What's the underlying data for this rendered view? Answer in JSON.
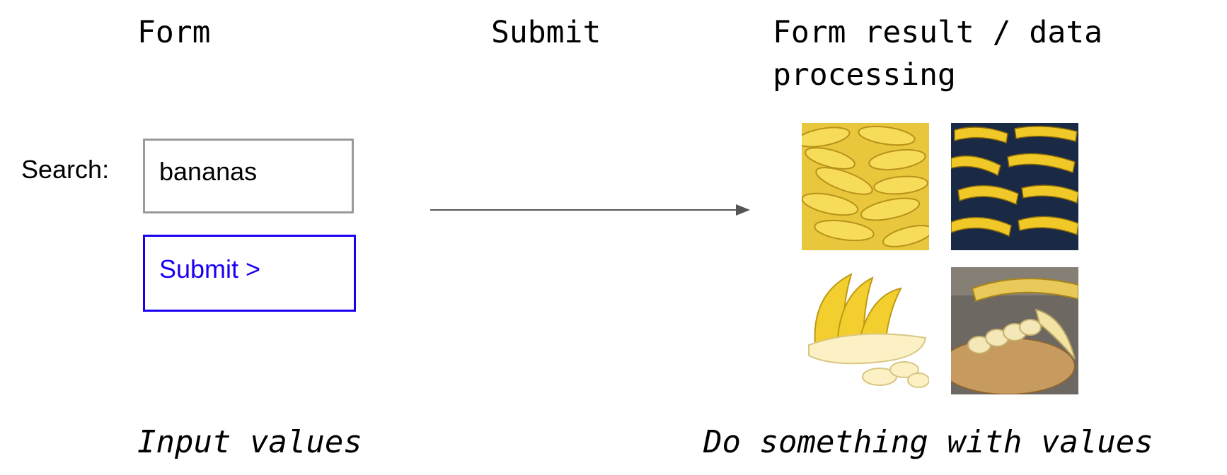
{
  "headings": {
    "form": "Form",
    "submit": "Submit",
    "result": "Form result / data processing"
  },
  "form": {
    "search_label": "Search:",
    "search_value": "bananas",
    "submit_label": "Submit >"
  },
  "captions": {
    "input": "Input values",
    "process": "Do something with values"
  },
  "results": {
    "images": [
      {
        "icon": "banana-pile-icon"
      },
      {
        "icon": "banana-bunches-icon"
      },
      {
        "icon": "peeled-banana-icon"
      },
      {
        "icon": "sliced-banana-plate-icon"
      }
    ]
  },
  "colors": {
    "submit_accent": "#1a00f0",
    "input_border": "#9a9a9a",
    "arrow": "#555555",
    "banana": "#f2cf2e"
  }
}
